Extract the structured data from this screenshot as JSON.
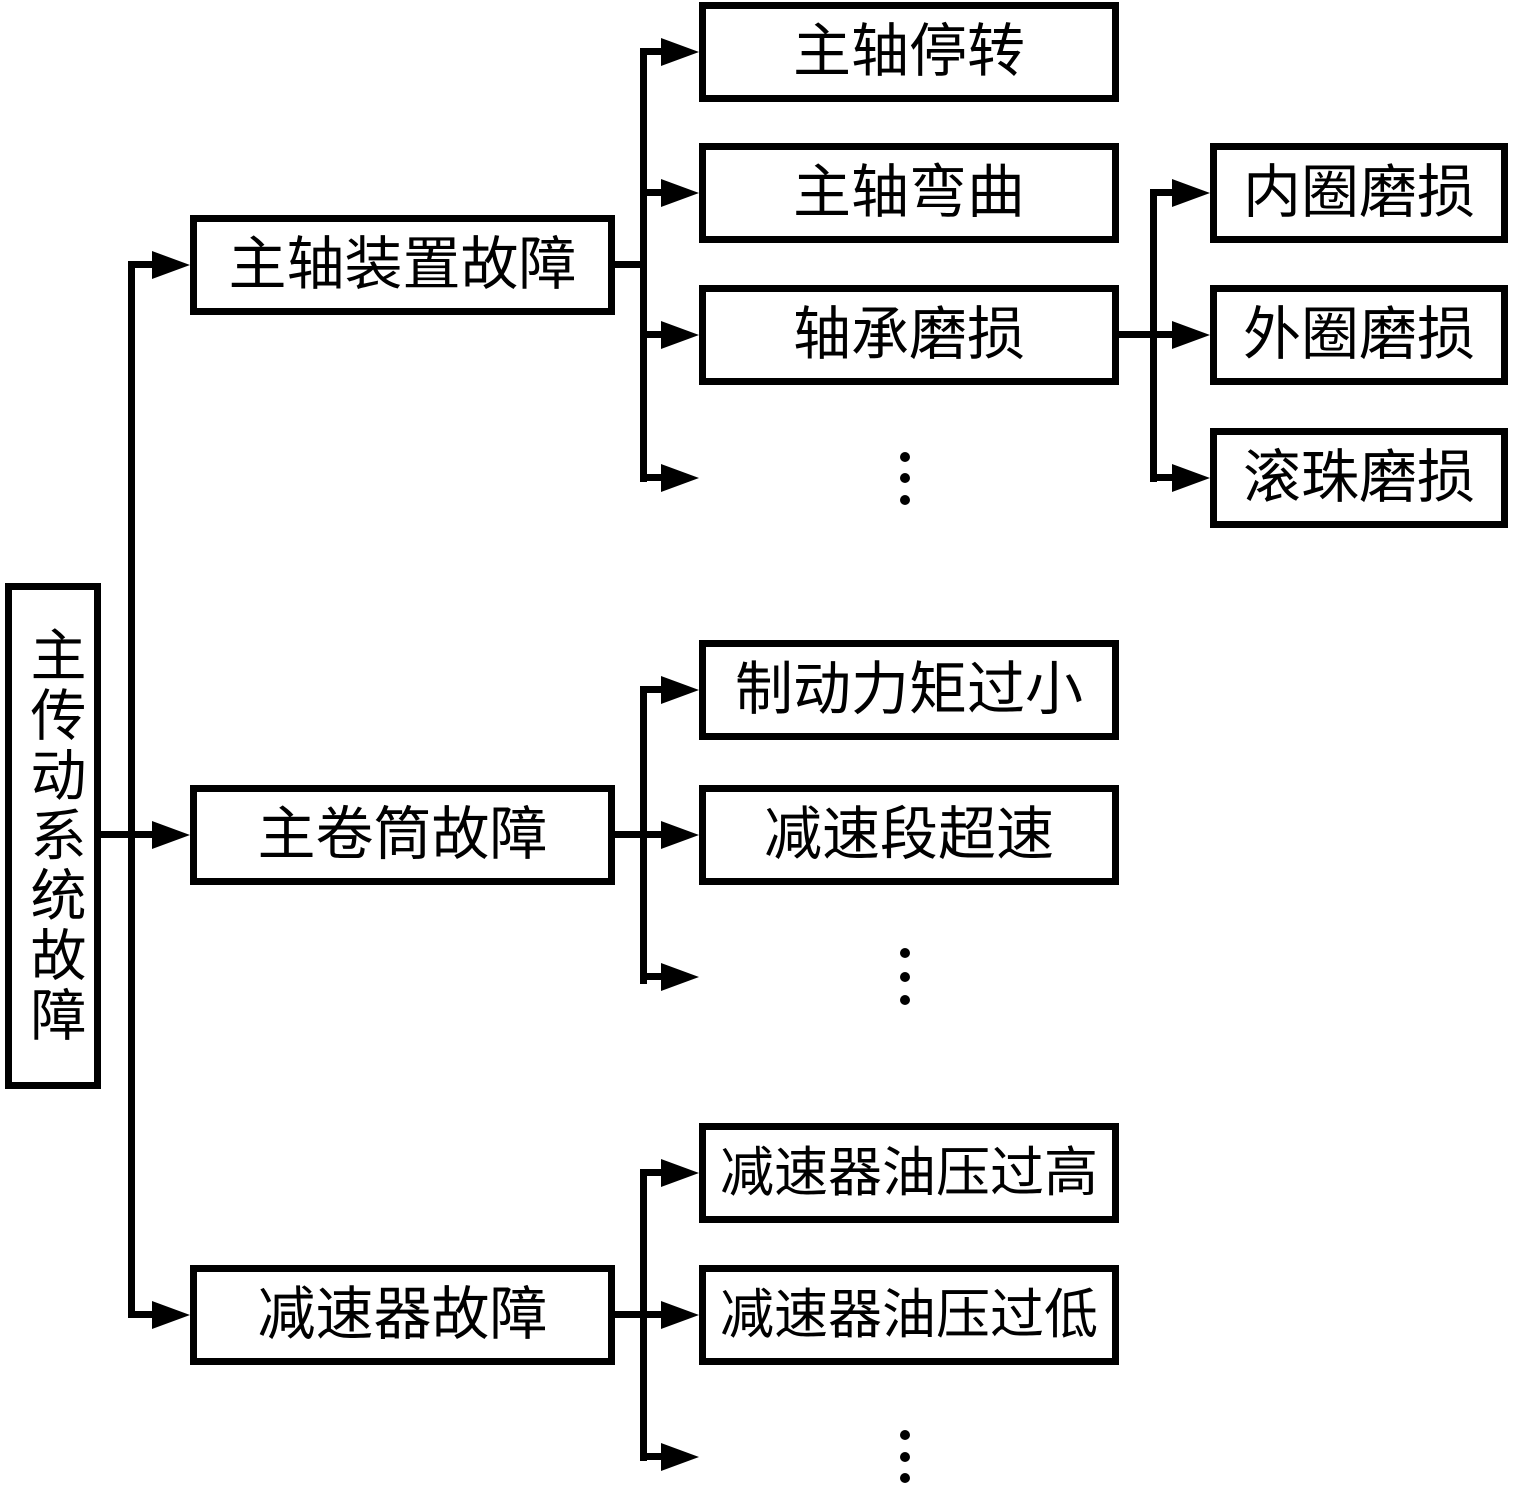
{
  "diagram": {
    "title_hint": "fault tree",
    "root": {
      "label": "主传动系统故障"
    },
    "groups": [
      {
        "label": "主轴装置故障",
        "children": [
          {
            "label": "主轴停转"
          },
          {
            "label": "主轴弯曲"
          },
          {
            "label": "轴承磨损",
            "children": [
              {
                "label": "内圈磨损"
              },
              {
                "label": "外圈磨损"
              },
              {
                "label": "滚珠磨损"
              }
            ]
          }
        ],
        "has_more": "⋮"
      },
      {
        "label": "主卷筒故障",
        "children": [
          {
            "label": "制动力矩过小"
          },
          {
            "label": "减速段超速"
          }
        ],
        "has_more": "⋮"
      },
      {
        "label": "减速器故障",
        "children": [
          {
            "label": "减速器油压过高"
          },
          {
            "label": "减速器油压过低"
          }
        ],
        "has_more": "⋮"
      }
    ]
  },
  "colors": {
    "line": "#000000",
    "background": "#ffffff",
    "text": "#000000"
  }
}
